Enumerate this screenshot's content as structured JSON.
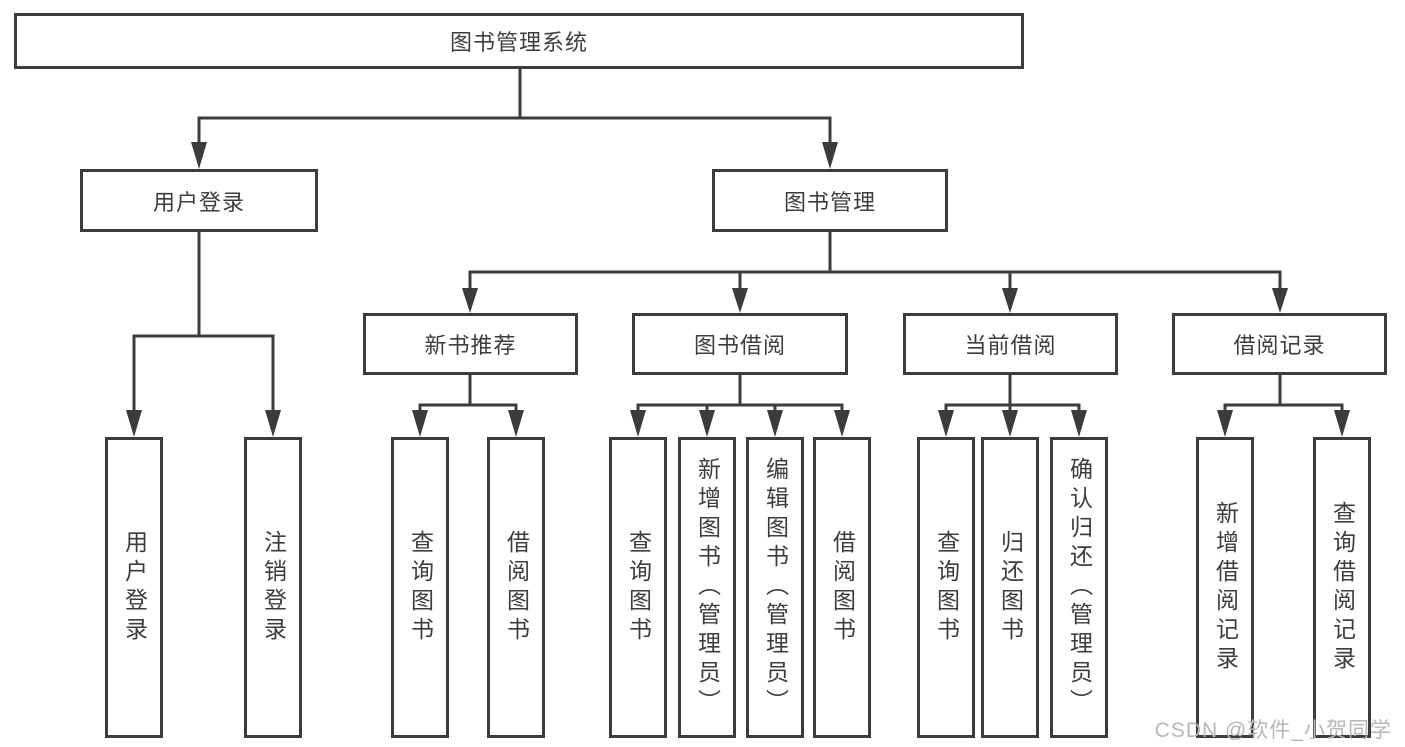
{
  "diagram": {
    "title": "图书管理系统",
    "type": "hierarchy-tree",
    "colors": {
      "line": "#3c3c3c",
      "text": "#3d3d3d",
      "background": "#ffffff",
      "watermark": "#b7b7b7"
    },
    "tree": {
      "label": "图书管理系统",
      "children": [
        {
          "label": "用户登录",
          "children": [
            {
              "label": "用户登录"
            },
            {
              "label": "注销登录"
            }
          ]
        },
        {
          "label": "图书管理",
          "children": [
            {
              "label": "新书推荐",
              "children": [
                {
                  "label": "查询图书"
                },
                {
                  "label": "借阅图书"
                }
              ]
            },
            {
              "label": "图书借阅",
              "children": [
                {
                  "label": "查询图书"
                },
                {
                  "label": "新增图书（管理员）"
                },
                {
                  "label": "编辑图书（管理员）"
                },
                {
                  "label": "借阅图书"
                }
              ]
            },
            {
              "label": "当前借阅",
              "children": [
                {
                  "label": "查询图书"
                },
                {
                  "label": "归还图书"
                },
                {
                  "label": "确认归还（管理员）"
                }
              ]
            },
            {
              "label": "借阅记录",
              "children": [
                {
                  "label": "新增借阅记录"
                },
                {
                  "label": "查询借阅记录"
                }
              ]
            }
          ]
        }
      ]
    },
    "watermark": "CSDN @软件_小贺同学"
  }
}
